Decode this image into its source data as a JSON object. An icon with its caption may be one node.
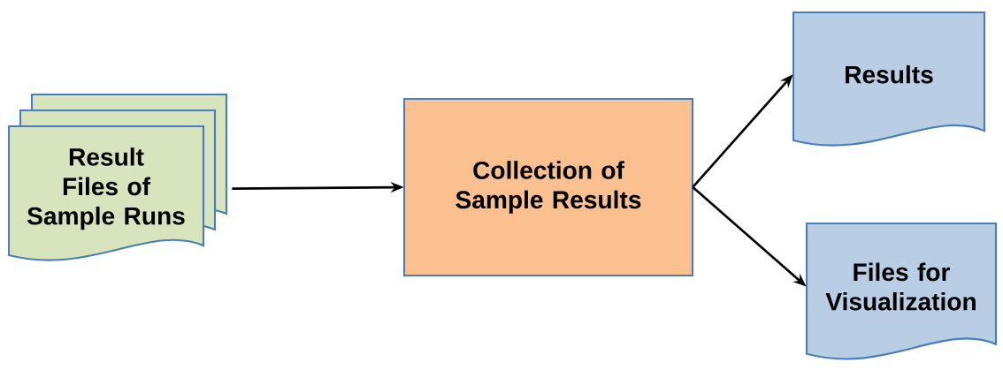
{
  "diagram": {
    "nodes": [
      {
        "text": [
          "Result Files of Sample Runs"
        ]
      },
      {
        "text": [
          "Collection of Sample Results"
        ]
      },
      {
        "text": [
          "Results"
        ]
      },
      {
        "text": [
          "Files for Visualization"
        ]
      }
    ],
    "edges": [
      {
        "from": 0,
        "to": 1,
        "arrow": "to"
      },
      {
        "from": 1,
        "to": 2,
        "arrow": "to"
      },
      {
        "from": 1,
        "to": 3,
        "arrow": "to"
      }
    ]
  }
}
